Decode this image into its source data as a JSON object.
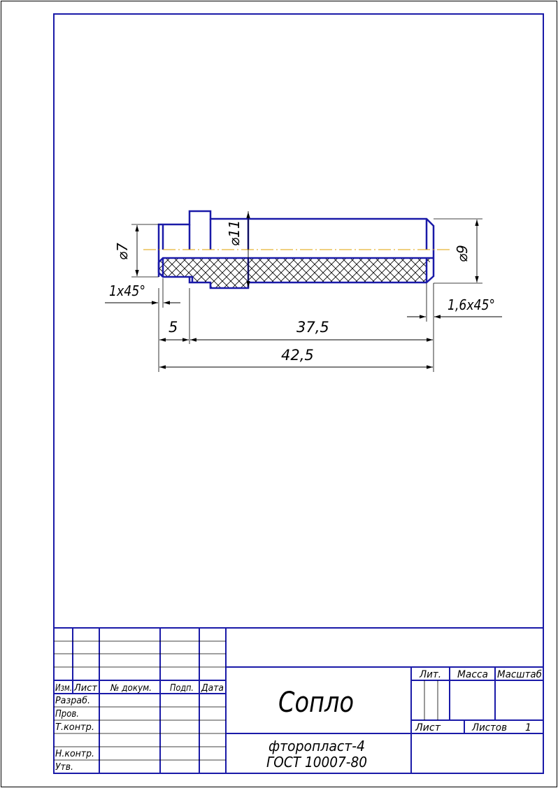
{
  "drawing": {
    "dimensions": {
      "d7": "⌀7",
      "d11": "⌀11",
      "d9": "⌀9",
      "chamfer_left": "1x45°",
      "chamfer_right": "1,6x45°",
      "len_5": "5",
      "len_37_5": "37,5",
      "len_42_5": "42,5"
    }
  },
  "title_block": {
    "headers": {
      "izm": "Изм.",
      "list": "Лист",
      "doc_no": "№ докум.",
      "sign": "Подп.",
      "date": "Дата"
    },
    "roles": {
      "developer": "Разраб.",
      "checker": "Пров.",
      "tech_control": "Т.контр.",
      "norm_control": "Н.контр.",
      "approved": "Утв."
    },
    "part_name": "Сопло",
    "material_line1": "фторопласт-4",
    "material_line2": "ГОСТ 10007-80",
    "lit": "Лит.",
    "mass": "Масса",
    "scale": "Масштаб",
    "sheet": "Лист",
    "sheets": "Листов",
    "sheets_count": "1"
  },
  "colors": {
    "frame": "#1a1aa8",
    "line": "#000000",
    "axis": "#e0a000"
  }
}
